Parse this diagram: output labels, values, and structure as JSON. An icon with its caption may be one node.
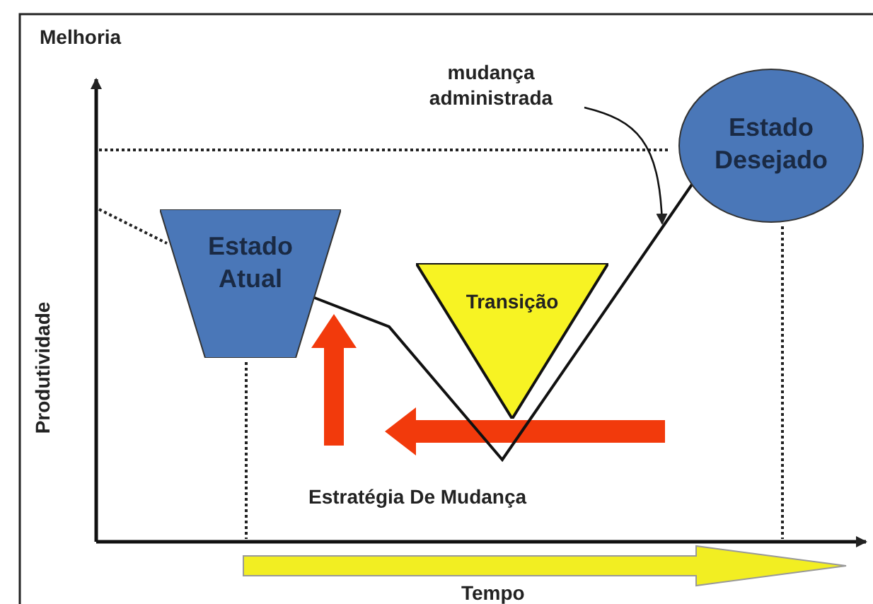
{
  "diagram": {
    "nodes": [
      {
        "text": [
          "mudança administrada"
        ]
      },
      {
        "text": [
          "Estado Desejado"
        ]
      },
      {
        "text": [
          "Estado Atual"
        ]
      },
      {
        "text": [
          "Transição"
        ]
      }
    ],
    "edges": [
      {
        "from": 2,
        "to": 1,
        "arrow": "none"
      },
      {
        "from": 0,
        "to": null,
        "arrow": "to"
      }
    ],
    "labels": [
      "Melhoria",
      "Produtividade",
      "Estratégia De Mudança",
      "Tempo"
    ]
  }
}
